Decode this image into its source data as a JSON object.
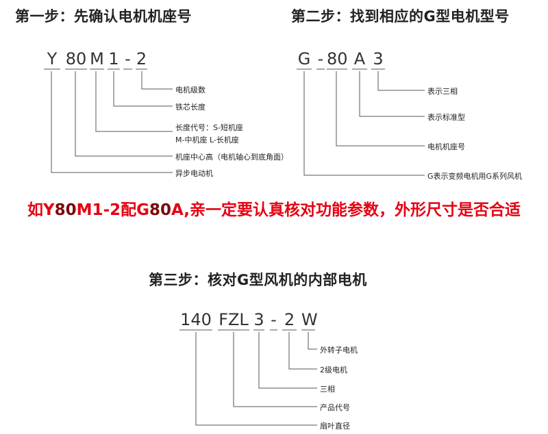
{
  "step1": {
    "title": "第一步：先确认电机机座号",
    "code": [
      "Y",
      "80",
      "M",
      "1",
      "-",
      "2"
    ],
    "annotations": [
      "电机级数",
      "铁芯长度",
      "长度代号：S-短机座",
      "M-中机座    L-长机座",
      "机座中心高（电机轴心到底角面）",
      "异步电动机"
    ]
  },
  "step2": {
    "title": "第二步：找到相应的G型电机型号",
    "code": [
      "G",
      "-",
      "80",
      "A",
      "3"
    ],
    "annotations": [
      "表示三相",
      "表示标准型",
      "电机机座号",
      "G表示变频电机用G系列风机"
    ]
  },
  "notice": {
    "parts": [
      "如Y",
      "80",
      "M1-2配G",
      "80",
      "A,亲一定要认真核对功能参数，外形尺寸是否合适"
    ]
  },
  "step3": {
    "title": "第三步：核对G型风机的内部电机",
    "code": [
      "140",
      "FZL",
      "3",
      "-",
      "2",
      "W"
    ],
    "annotations": [
      "外转子电机",
      "2级电机",
      "三相",
      "产品代号",
      "扇叶直径"
    ]
  },
  "colors": {
    "text": "#222222",
    "line": "#555555",
    "notice": "#e60012",
    "notice_emphasis": "#7a0b0b"
  }
}
